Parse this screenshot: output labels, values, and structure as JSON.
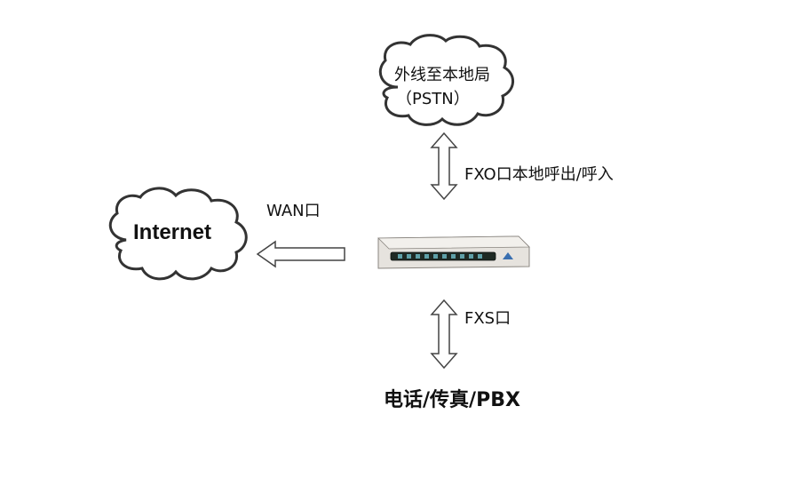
{
  "pstn_cloud": {
    "line1": "外线至本地局",
    "line2": "（PSTN）"
  },
  "internet_cloud": {
    "label": "Internet"
  },
  "links": {
    "fxo": "FXO口本地呼出/呼入",
    "wan": "WAN口",
    "fxs": "FXS口"
  },
  "endpoint": {
    "label": "电话/传真/PBX"
  },
  "device": {
    "icon": "voip-gateway-icon"
  },
  "colors": {
    "outline": "#333333",
    "cloud_fill": "#ffffff",
    "arrow_fill": "#ffffff",
    "device_body": "#e6e3de",
    "device_panel": "#1f2a24",
    "device_led": "#5fa0a8",
    "device_logo": "#3a6fb0"
  }
}
